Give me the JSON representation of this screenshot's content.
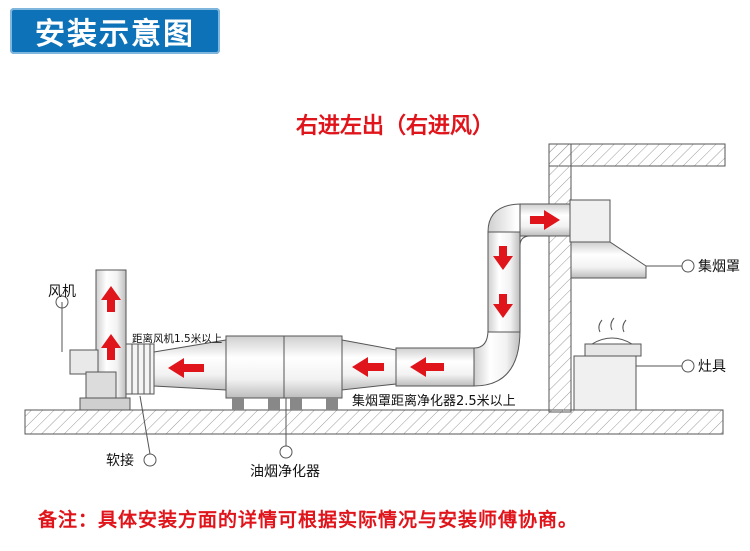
{
  "title": "安装示意图",
  "subtitle": "右进左出（右进风）",
  "labels": {
    "fan": "风机",
    "fan_distance": "距离风机1.5米以上",
    "hood": "集烟罩",
    "stove": "灶具",
    "hood_distance": "集烟罩距离净化器2.5米以上",
    "soft_joint": "软接",
    "purifier": "油烟净化器"
  },
  "note": "备注：具体安装方面的详情可根据实际情况与安装师傅协商。",
  "colors": {
    "title_bg": "#0e72b8",
    "arrow": "#e0141b",
    "text_red": "#e0141b"
  }
}
